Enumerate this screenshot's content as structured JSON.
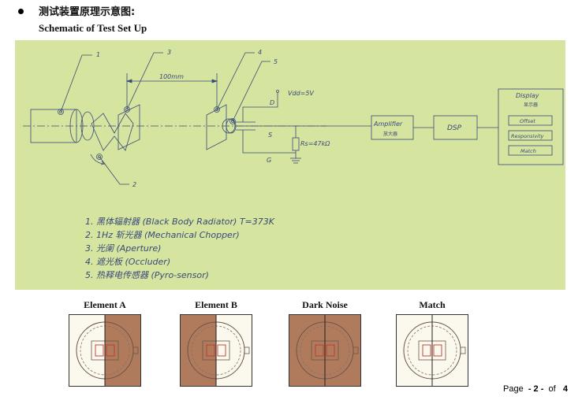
{
  "header": {
    "title_cn": "测试装置原理示意图:",
    "title_en": "Schematic of Test Set Up"
  },
  "schematic": {
    "background": "#d5e49f",
    "callouts": [
      "1",
      "2",
      "3",
      "4",
      "5"
    ],
    "distance_label": "100mm",
    "vdd_label": "Vdd=5V",
    "d_label": "D",
    "s_label": "S",
    "g_label": "G",
    "rs_label": "Rs=47kΩ",
    "amplifier_label": "Amplifier",
    "amplifier_cn": "放大器",
    "dsp_label": "DSP",
    "display": {
      "title": "Display",
      "title_cn": "显示器",
      "items": [
        "Offset",
        "Responsivity",
        "Match"
      ]
    },
    "legend": [
      "1. 黑体辐射器 (Black Body Radiator) T=373K",
      "2. 1Hz 斩光器 (Mechanical Chopper)",
      "3. 光阑 (Aperture)",
      "4. 遮光板 (Occluder)",
      "5. 热释电传感器 (Pyro-sensor)"
    ]
  },
  "panels": [
    {
      "label": "Element A",
      "left_color": "#fbf8ee",
      "right_color": "#b07a5c"
    },
    {
      "label": "Element B",
      "left_color": "#b07a5c",
      "right_color": "#fbf8ee"
    },
    {
      "label": "Dark Noise",
      "left_color": "#b07a5c",
      "right_color": "#b07a5c"
    },
    {
      "label": "Match",
      "left_color": "#fbf8ee",
      "right_color": "#fbf8ee"
    }
  ],
  "footer": {
    "page_word": "Page",
    "page_num": "2",
    "of_word": "of",
    "total": "4"
  }
}
